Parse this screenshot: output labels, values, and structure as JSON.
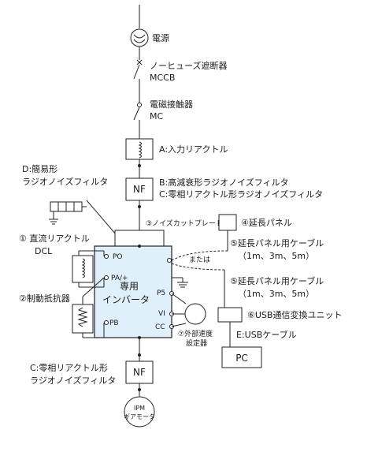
{
  "power": {
    "label": "電源"
  },
  "mccb": {
    "label_ja": "ノーヒューズ遮断器",
    "label_en": "MCCB"
  },
  "mc": {
    "label_ja": "電磁接触器",
    "label_en": "MC"
  },
  "reactor_a": {
    "label": "A:入力リアクトル"
  },
  "filter_b": {
    "line1": "B:高減衰形ラジオノイズフィルタ",
    "line2": "C:零相リアクトル形ラジオノイズフィルタ",
    "box": "NF"
  },
  "filter_d": {
    "line1": "D:簡易形",
    "line2": "ラジオノイズフィルタ"
  },
  "noise_plate": {
    "label": "③ノイズカットプレート"
  },
  "dcl": {
    "line1": "① 直流リアクトル",
    "line2": "DCL"
  },
  "brake": {
    "label": "②制動抵抗器"
  },
  "inverter": {
    "line1": "専用",
    "line2": "インバータ",
    "terminals": {
      "p0": "PO",
      "pa": "PA/+",
      "pb": "PB",
      "p5": "P5",
      "vi": "VI",
      "cc": "CC"
    }
  },
  "ext_panel": {
    "label": "④延長パネル"
  },
  "cable_5a": {
    "line1": "⑤延長パネル用ケーブル",
    "line2": "（1m、3m、5m）"
  },
  "or_text": "または",
  "cable_5b": {
    "line1": "⑤延長パネル用ケーブル",
    "line2": "（1m、3m、5m）"
  },
  "usb_unit": {
    "label": "⑥USB通信変換ユニット"
  },
  "usb_cable": {
    "label": "E:USBケーブル"
  },
  "pc": {
    "label": "PC"
  },
  "speed_setter": {
    "line1": "⑦外部速度",
    "line2": "設定器"
  },
  "filter_c": {
    "line1": "C:零相リアクトル形",
    "line2": "ラジオノイズフィルタ",
    "box": "NF"
  },
  "motor": {
    "line1": "IPM",
    "line2": "ギアモータ"
  }
}
